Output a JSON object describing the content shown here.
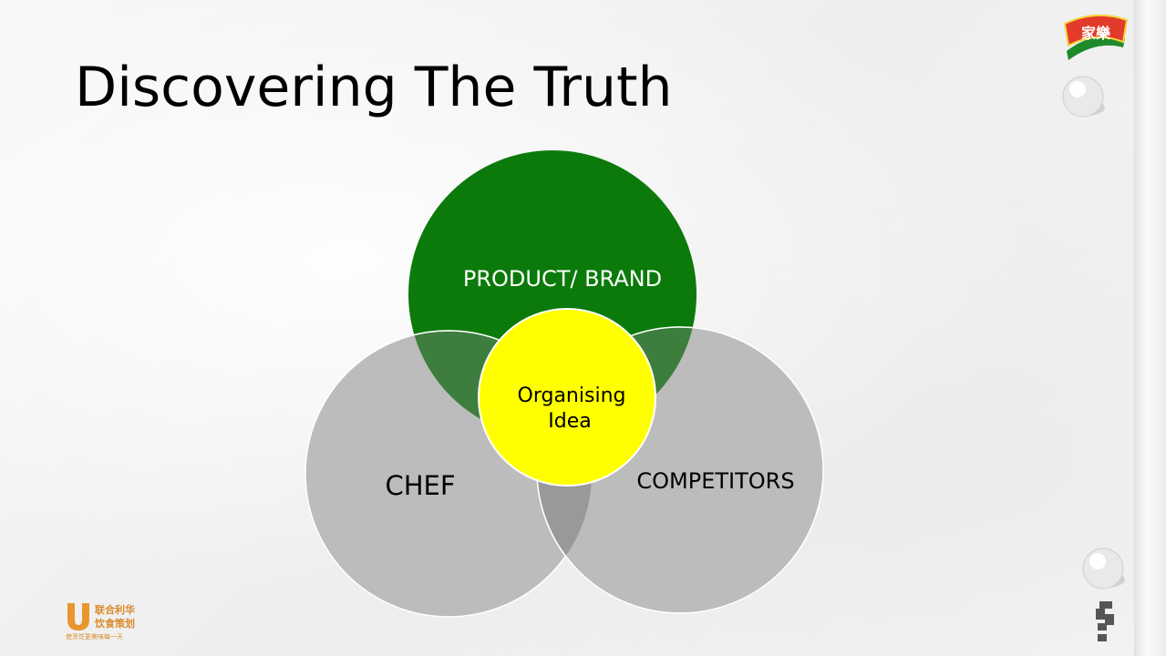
{
  "slide": {
    "title": "Discovering The Truth"
  },
  "diagram": {
    "circles": [
      {
        "label": "PRODUCT/ BRAND",
        "color": "#0b7a0b"
      },
      {
        "label": "CHEF",
        "color": "#bcbcbc"
      },
      {
        "label": "COMPETITORS",
        "color": "#bcbcbc"
      }
    ],
    "center": {
      "line1": "Organising",
      "line2": "Idea",
      "color": "#ffff00"
    }
  },
  "branding": {
    "top_logo_text": "家樂",
    "bottom_left_logo": {
      "line1": "联合利华",
      "line2": "饮食策划",
      "tagline": "使烹饪更美味每一天"
    }
  },
  "colors": {
    "green": "#0b7a0b",
    "grey": "#bcbcbc",
    "yellow": "#ffff00",
    "overlap_green": "#3d7d3d",
    "overlap_grey": "#999999"
  }
}
